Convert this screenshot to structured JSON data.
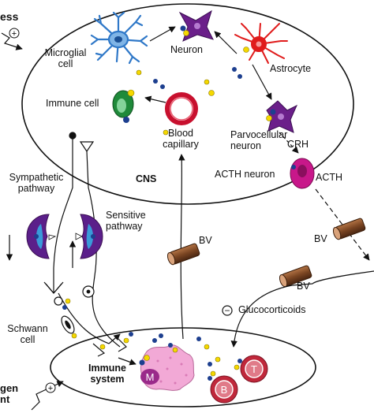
{
  "labels": {
    "stress": "ess",
    "microglial_cell": "Microglial\ncell",
    "neuron": "Neuron",
    "astrocyte": "Astrocyte",
    "immune_cell": "Immune cell",
    "blood_capillary": "Blood\ncapillary",
    "parvocellular_neuron": "Parvocellular\nneuron",
    "crh": "CRH",
    "cns": "CNS",
    "acth_neuron": "ACTH neuron",
    "acth": "ACTH",
    "sympathetic_pathway": "Sympathetic\npathway",
    "sensitive_pathway": "Sensitive\npathway",
    "bv_center": "BV",
    "bv_right": "BV",
    "bv_lower": "BV",
    "glucocorticoids": "Glucocorticoids",
    "schwann_cell": "Schwann\ncell",
    "immune_system": "Immune\nsystem",
    "macrophage": "M",
    "t_cell": "T",
    "b_cell": "B",
    "antigen": "gen\nnt"
  },
  "signs": {
    "stress_plus": "+",
    "antigen_plus": "+",
    "glucocorticoid_minus": "−"
  },
  "colors": {
    "neuron": "#6b1f8a",
    "astrocyte": "#e01b1b",
    "microglia": "#2f78c8",
    "immune_cell": "#1f8a3a",
    "acth_neuron": "#c8178a",
    "capillary": "#c8102e",
    "macrophage": "#f2a9d6",
    "lymphocyte": "#c0283b",
    "vessel": "#7a4522",
    "ganglion": "#5b1f8a",
    "ganglion_core": "#3a9ad9",
    "molecule_yellow": "#f5d800",
    "molecule_blue": "#1d3f8f"
  }
}
